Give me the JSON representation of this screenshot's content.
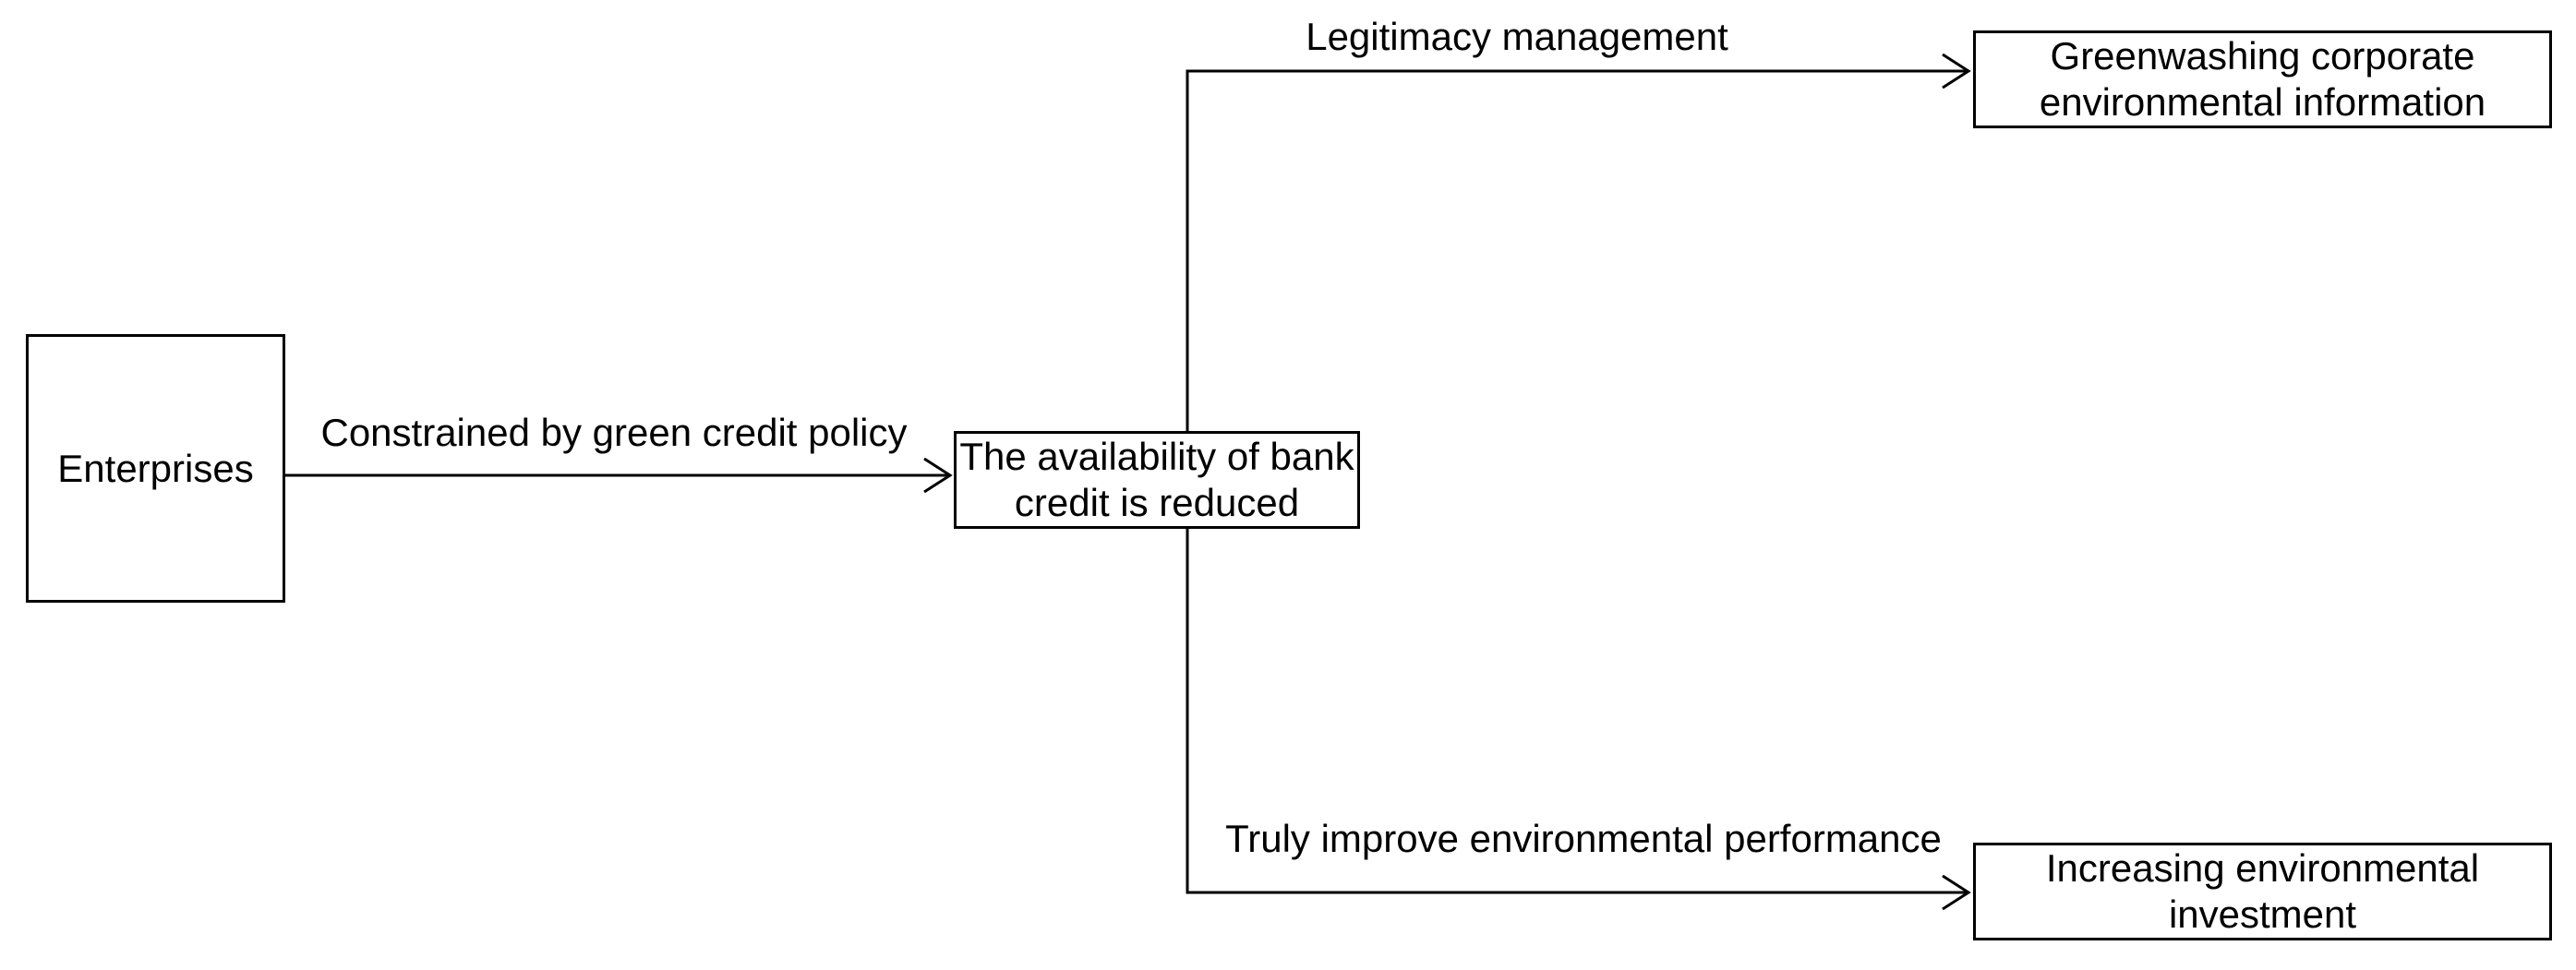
{
  "diagram": {
    "nodes": {
      "enterprises": {
        "lines": [
          "Enterprises"
        ]
      },
      "bank_credit": {
        "lines": [
          "The availability of bank",
          "credit is reduced"
        ]
      },
      "greenwashing": {
        "lines": [
          "Greenwashing corporate",
          "environmental information"
        ]
      },
      "investment": {
        "lines": [
          "Increasing environmental",
          "investment"
        ]
      }
    },
    "edge_labels": {
      "constrained": "Constrained by green credit policy",
      "legitimacy": "Legitimacy management",
      "improve": "Truly improve environmental performance"
    },
    "colors": {
      "stroke": "#000000",
      "background": "#ffffff",
      "node_fill": "#ffffff",
      "text": "#000000"
    }
  }
}
